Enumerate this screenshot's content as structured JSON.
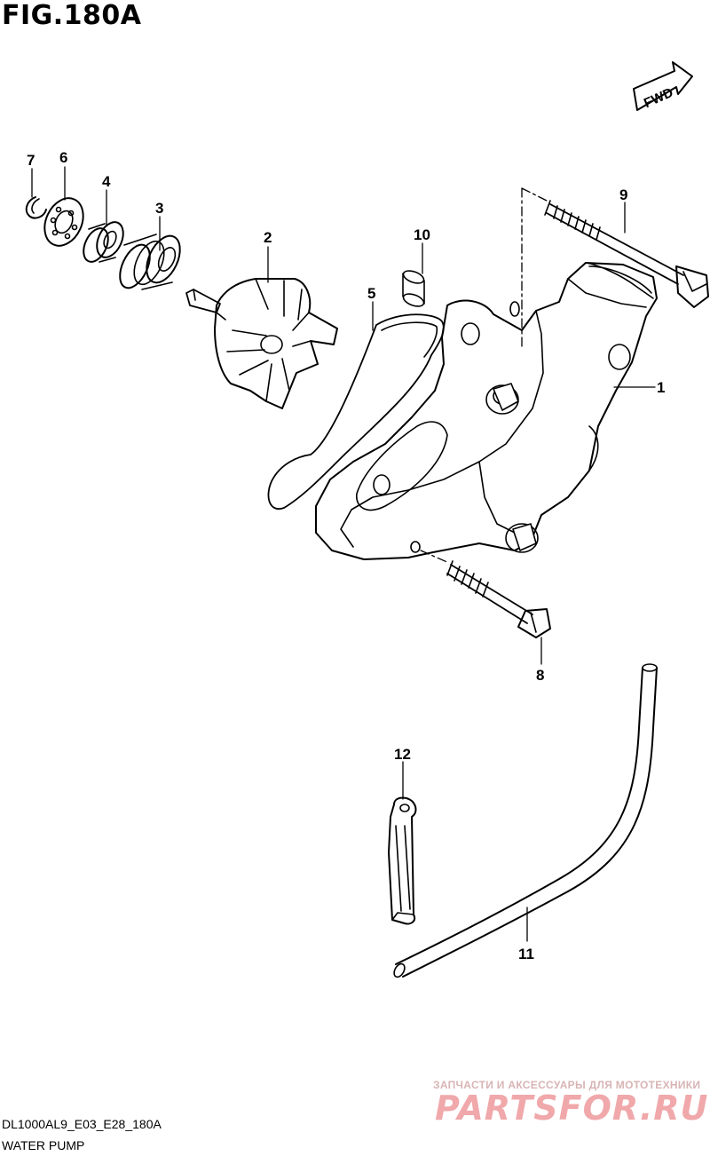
{
  "header": {
    "title": "FIG.180A",
    "fwd_label": "FWD"
  },
  "callouts": [
    {
      "id": "7",
      "label": "7"
    },
    {
      "id": "6",
      "label": "6"
    },
    {
      "id": "4",
      "label": "4"
    },
    {
      "id": "3",
      "label": "3"
    },
    {
      "id": "2",
      "label": "2"
    },
    {
      "id": "10",
      "label": "10"
    },
    {
      "id": "5",
      "label": "5"
    },
    {
      "id": "9",
      "label": "9"
    },
    {
      "id": "1",
      "label": "1"
    },
    {
      "id": "8",
      "label": "8"
    },
    {
      "id": "12",
      "label": "12"
    },
    {
      "id": "11",
      "label": "11"
    }
  ],
  "footer": {
    "model_code": "DL1000AL9_E03_E28_180A",
    "section_name": "WATER PUMP"
  },
  "watermark": {
    "tagline": "ЗАПЧАСТИ И АКСЕССУАРЫ ДЛЯ МОТОТЕХНИКИ",
    "brand": "PARTSFOR.RU"
  },
  "colors": {
    "line": "#000000",
    "watermark": "#f0a8ab"
  }
}
